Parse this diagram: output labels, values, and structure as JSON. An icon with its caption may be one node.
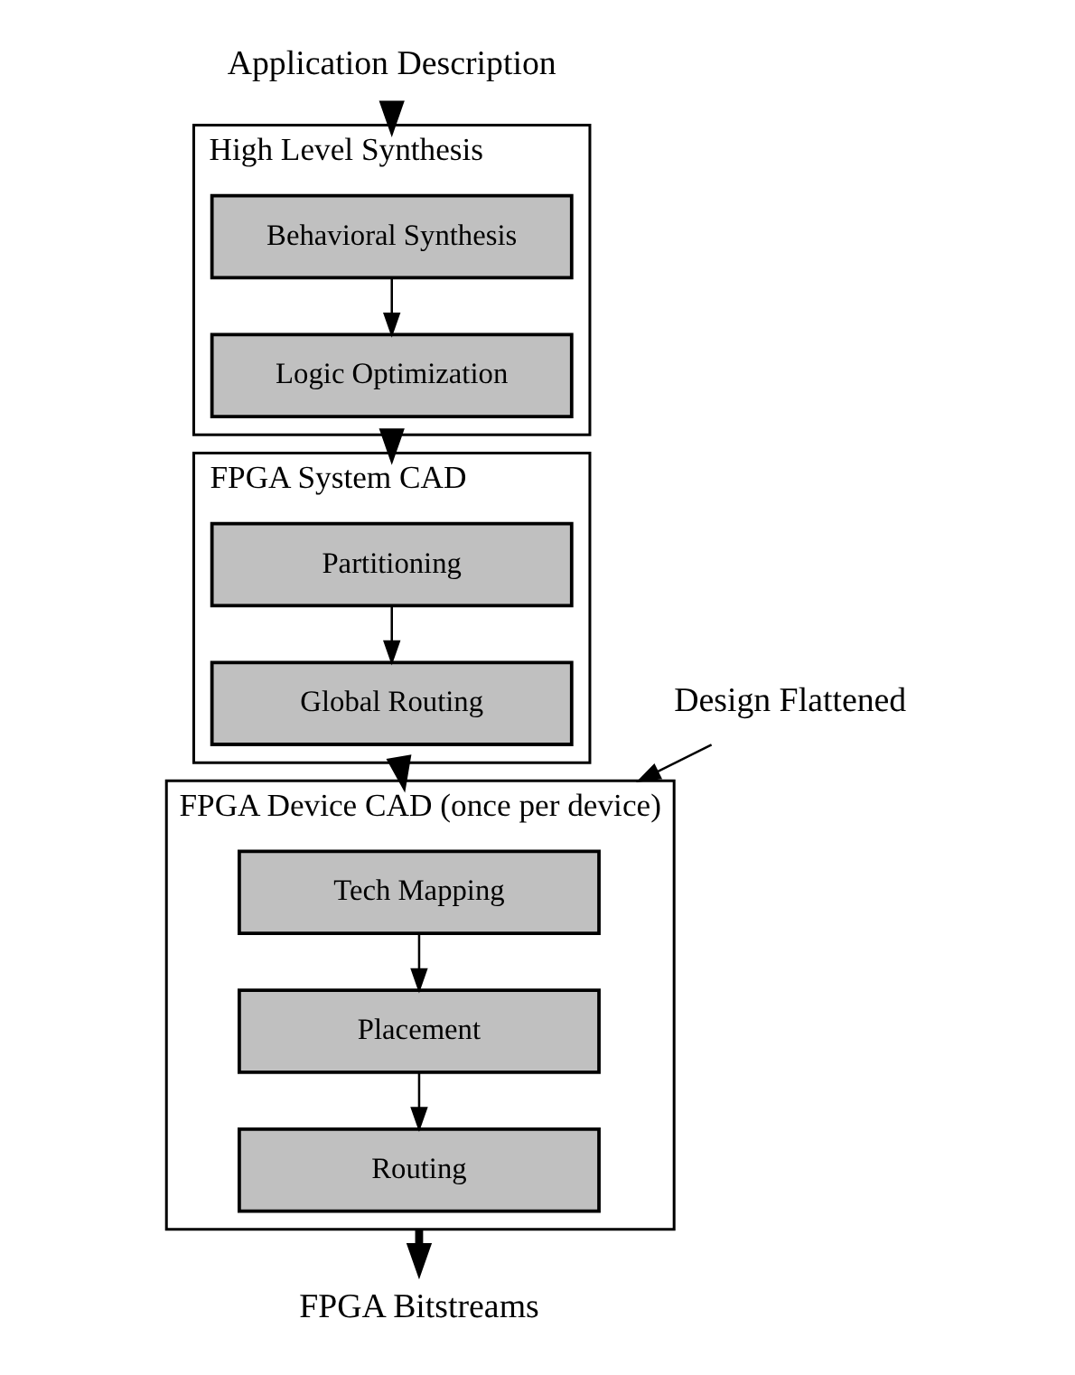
{
  "diagram": {
    "nodes": [
      {
        "text": [
          "Application Description"
        ]
      },
      {
        "text": [
          "High Level Synthesis"
        ]
      },
      {
        "text": [
          "Behavioral Synthesis"
        ],
        "in": 1
      },
      {
        "text": [
          "Logic Optimization"
        ],
        "in": 1
      },
      {
        "text": [
          "FPGA System CAD"
        ]
      },
      {
        "text": [
          "Partitioning"
        ],
        "in": 4
      },
      {
        "text": [
          "Global Routing"
        ],
        "in": 4
      },
      {
        "text": [
          "FPGA Device CAD (once per device)"
        ]
      },
      {
        "text": [
          "Tech Mapping"
        ],
        "in": 7
      },
      {
        "text": [
          "Placement"
        ],
        "in": 7
      },
      {
        "text": [
          "Routing"
        ],
        "in": 7
      },
      {
        "text": [
          "FPGA Bitstreams"
        ]
      },
      {
        "text": [
          "Design Flattened"
        ]
      }
    ],
    "edges": [
      {
        "from": 0,
        "to": 1,
        "arrow": "to",
        "style": "thick"
      },
      {
        "from": 2,
        "to": 3,
        "arrow": "to"
      },
      {
        "from": 1,
        "to": 4,
        "arrow": "to",
        "style": "thick"
      },
      {
        "from": 5,
        "to": 6,
        "arrow": "to"
      },
      {
        "from": 4,
        "to": 7,
        "arrow": "to",
        "style": "thick"
      },
      {
        "from": 8,
        "to": 9,
        "arrow": "to"
      },
      {
        "from": 9,
        "to": 10,
        "arrow": "to"
      },
      {
        "from": 7,
        "to": 11,
        "arrow": "to",
        "style": "thick"
      },
      {
        "from": 12,
        "to": 7,
        "arrow": "to"
      }
    ]
  }
}
